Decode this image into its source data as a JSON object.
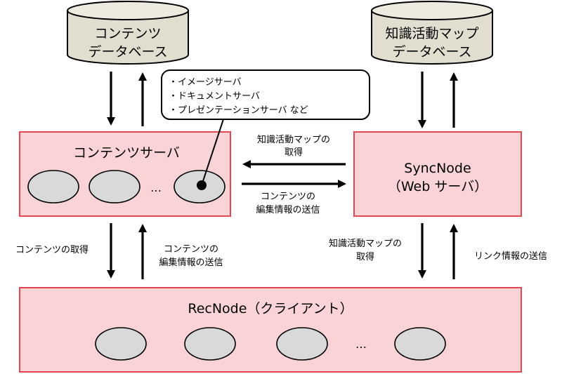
{
  "databases": {
    "contents": {
      "line1": "コンテンツ",
      "line2": "データベース"
    },
    "knowledge_map": {
      "line1": "知識活動マップ",
      "line2": "データベース"
    }
  },
  "callout": {
    "items": [
      "・イメージサーバ",
      "・ドキュメントサーバ",
      "・プレゼンテーションサーバ など"
    ]
  },
  "contents_server": {
    "title": "コンテンツサーバ",
    "ellipsis": "…"
  },
  "sync_node": {
    "line1": "SyncNode",
    "line2": "（Web サーバ）"
  },
  "rec_node": {
    "title": "RecNode（クライアント）",
    "ellipsis": "…"
  },
  "arrow_labels": {
    "get_map_top": {
      "line1": "知識活動マップの",
      "line2": "取得"
    },
    "send_edit_top": {
      "line1": "コンテンツの",
      "line2": "編集情報の送信"
    },
    "get_contents": "コンテンツの取得",
    "send_edit_left": {
      "line1": "コンテンツの",
      "line2": "編集情報の送信"
    },
    "get_map_right": {
      "line1": "知識活動マップの",
      "line2": "取得"
    },
    "send_link": "リンク情報の送信"
  }
}
